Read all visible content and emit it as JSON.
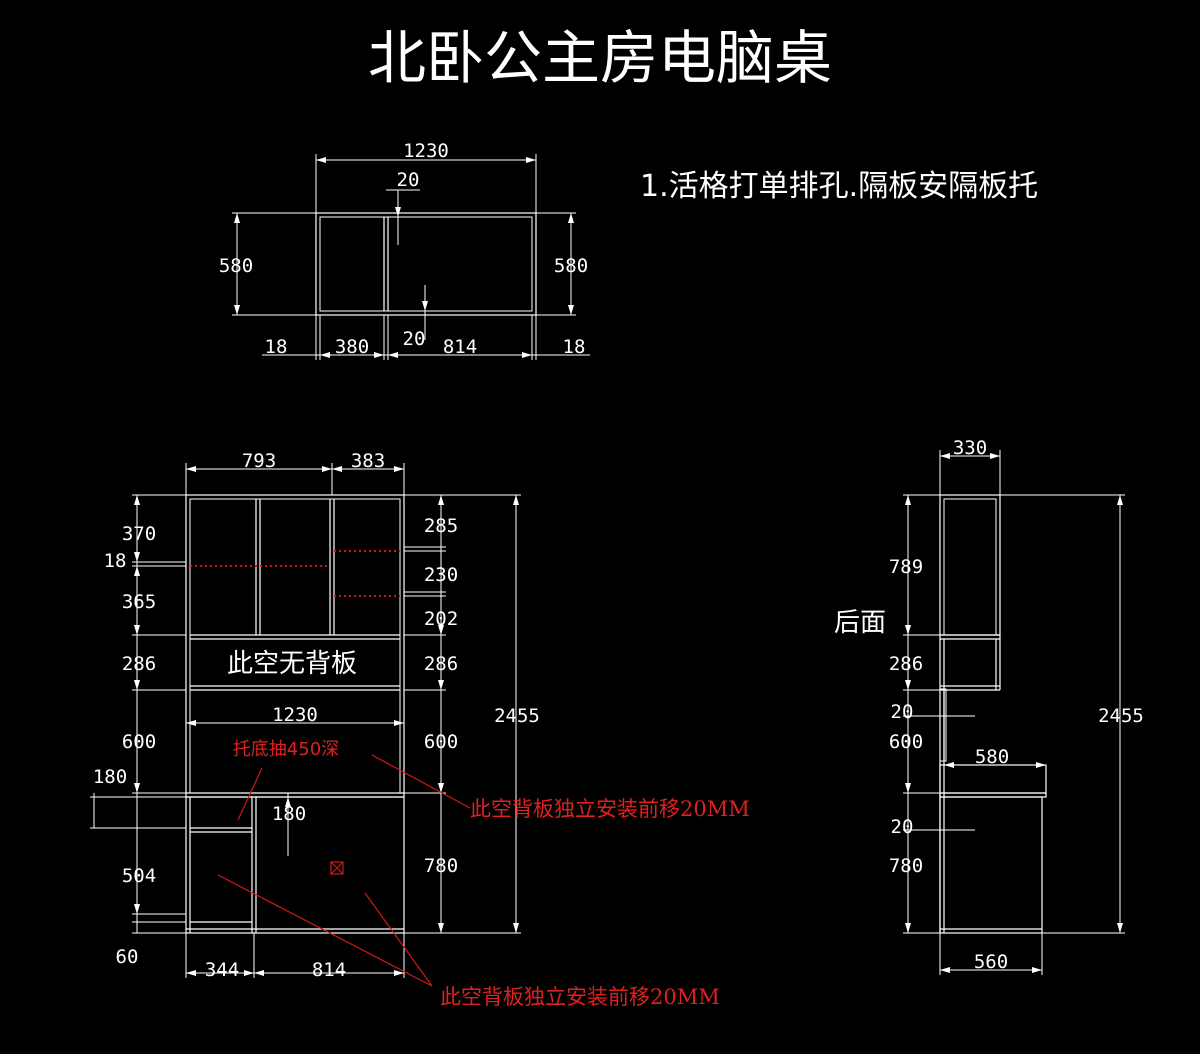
{
  "title": "北卧公主房电脑桌",
  "note": "1.活格打单排孔.隔板安隔板托",
  "plan": {
    "dims": {
      "width": "1230",
      "gap": "20",
      "depth_left": "580",
      "depth_right": "580",
      "side_left": "18",
      "left_bay": "380",
      "mid_gap": "20",
      "right_bay": "814",
      "side_right": "18"
    }
  },
  "front": {
    "dims": {
      "top_left_w": "793",
      "top_right_w": "383",
      "l_370": "370",
      "l_18": "18",
      "l_365": "365",
      "l_286": "286",
      "l_600": "600",
      "l_180": "180",
      "l_504": "504",
      "l_60": "60",
      "r_285": "285",
      "r_230": "230",
      "r_202": "202",
      "r_286": "286",
      "r_600": "600",
      "r_780": "780",
      "total_h": "2455",
      "desk_w": "1230",
      "drawer_h": "180",
      "bottom_344": "344",
      "bottom_814": "814"
    },
    "label_no_back": "此空无背板",
    "label_drawer": "托底抽450深",
    "label_back_a": "此空背板独立安装前移20MM",
    "label_back_b": "此空背板独立安装前移20MM"
  },
  "side": {
    "label": "后面",
    "dims": {
      "top_w": "330",
      "h_789": "789",
      "h_286": "286",
      "h_20a": "20",
      "h_600": "600",
      "h_20b": "20",
      "h_780": "780",
      "total_h": "2455",
      "desk_580": "580",
      "base_560": "560"
    }
  }
}
